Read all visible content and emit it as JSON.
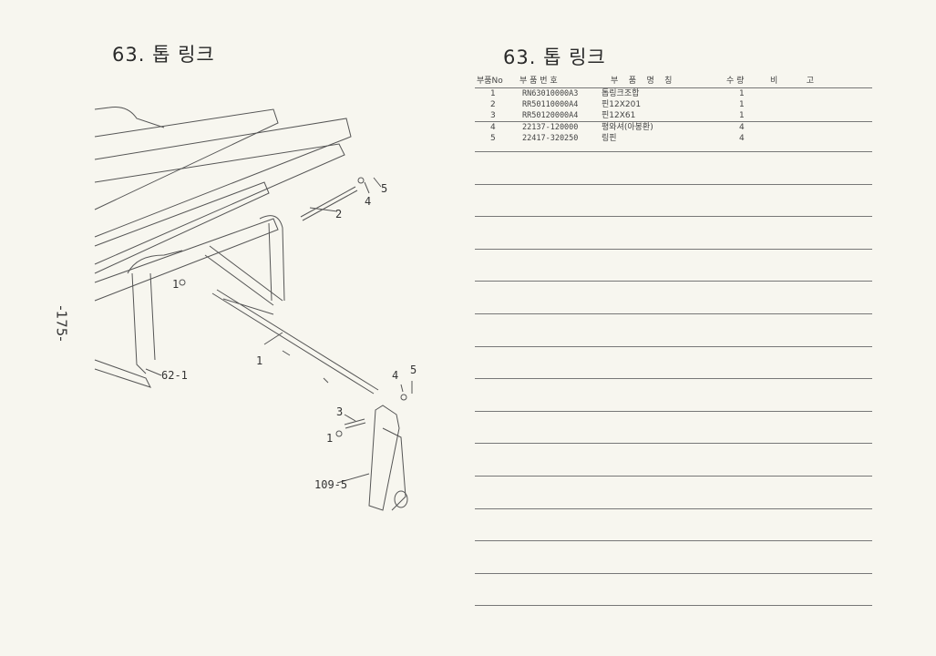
{
  "left": {
    "title": "63. 톱 링크",
    "page_number": "-175-",
    "callouts": [
      "5",
      "4",
      "2",
      "1",
      "1",
      "62-1",
      "4",
      "5",
      "3",
      "1",
      "109-5"
    ]
  },
  "right": {
    "title": "63. 톱 링크",
    "headers": {
      "no": "부품No",
      "code": "부 품 번 호",
      "name": "부    품    명    칭",
      "qty": "수 량",
      "remark": "비           고"
    },
    "rows": [
      {
        "no": "1",
        "code": "RN63010000A3",
        "name": "톱링크조합",
        "qty": "1"
      },
      {
        "no": "2",
        "code": "RR50110000A4",
        "name": "핀12X201",
        "qty": "1"
      },
      {
        "no": "3",
        "code": "RR50120000A4",
        "name": "핀12X61",
        "qty": "1"
      },
      {
        "no": "4",
        "code": "22137-120000",
        "name": "평와셔(아봉환)",
        "qty": "4"
      },
      {
        "no": "5",
        "code": "22417-320250",
        "name": "링핀",
        "qty": "4"
      }
    ]
  }
}
